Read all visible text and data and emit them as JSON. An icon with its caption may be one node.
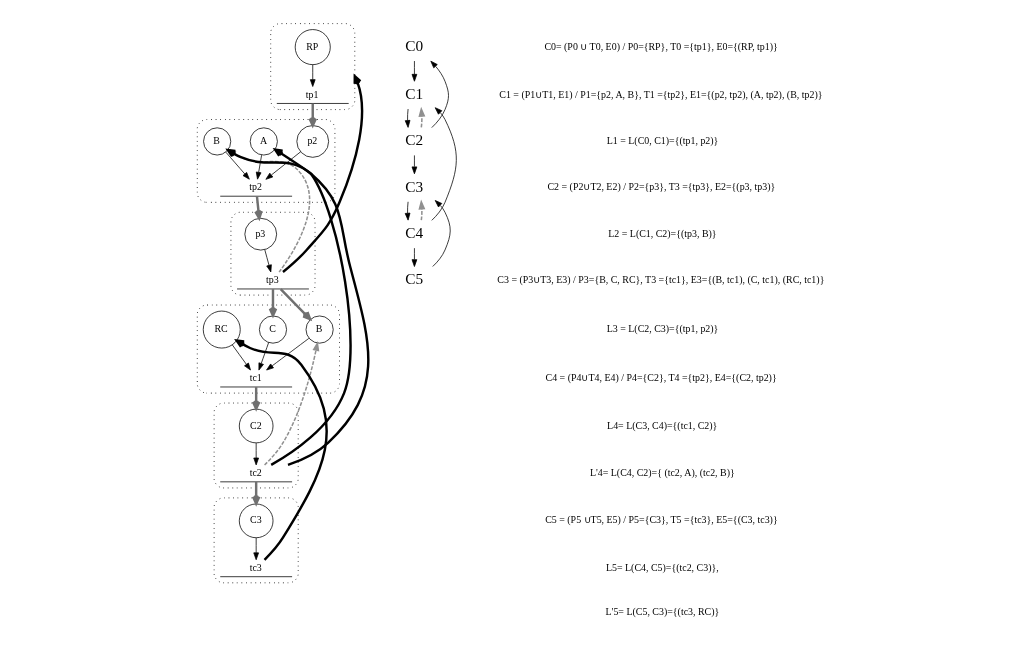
{
  "diagram": {
    "nodes": [
      {
        "text": [],
        "shape": "ellipse"
      },
      {
        "text": [
          "RP"
        ],
        "in": 0
      },
      {
        "text": [
          "tp1"
        ],
        "in": 0
      },
      {
        "text": [],
        "shape": "ellipse"
      },
      {
        "text": [
          "p2"
        ],
        "in": 3
      },
      {
        "text": [
          "A"
        ],
        "in": 3
      },
      {
        "text": [
          "B"
        ],
        "in": 3
      },
      {
        "text": [
          "tp2"
        ],
        "in": 3
      },
      {
        "text": [],
        "shape": "ellipse"
      },
      {
        "text": [
          "p3"
        ],
        "in": 8
      },
      {
        "text": [
          "tp3"
        ],
        "in": 8
      },
      {
        "text": [],
        "shape": "ellipse"
      },
      {
        "text": [
          "B"
        ],
        "in": 11
      },
      {
        "text": [
          "C"
        ],
        "in": 11
      },
      {
        "text": [
          "RC"
        ],
        "in": 11
      },
      {
        "text": [
          "tc1"
        ],
        "in": 11
      },
      {
        "text": [],
        "shape": "ellipse"
      },
      {
        "text": [
          "C2"
        ],
        "in": 16
      },
      {
        "text": [
          "tc2"
        ],
        "in": 16
      },
      {
        "text": [],
        "shape": "ellipse"
      },
      {
        "text": [
          "C3"
        ],
        "in": 19
      },
      {
        "text": [
          "tc3"
        ],
        "in": 19
      },
      {
        "text": [
          "C0"
        ]
      },
      {
        "text": [
          "C1"
        ]
      },
      {
        "text": [
          "C2"
        ]
      },
      {
        "text": [
          "C3"
        ]
      },
      {
        "text": [
          "C4"
        ]
      },
      {
        "text": [
          "C5"
        ]
      }
    ],
    "edges": [
      {
        "from": 1,
        "to": 2,
        "arrow": "to"
      },
      {
        "from": 4,
        "to": 7,
        "arrow": "to"
      },
      {
        "from": 5,
        "to": 7,
        "arrow": "to"
      },
      {
        "from": 6,
        "to": 7,
        "arrow": "to"
      },
      {
        "from": 9,
        "to": 10,
        "arrow": "to"
      },
      {
        "from": 12,
        "to": 15,
        "arrow": "to"
      },
      {
        "from": 13,
        "to": 15,
        "arrow": "to"
      },
      {
        "from": 14,
        "to": 15,
        "arrow": "to"
      },
      {
        "from": 17,
        "to": 18,
        "arrow": "to"
      },
      {
        "from": 20,
        "to": 21,
        "arrow": "to"
      },
      {
        "from": 2,
        "to": 4,
        "arrow": "to",
        "style": "thick",
        "color": "#707070"
      },
      {
        "from": 7,
        "to": 9,
        "arrow": "to",
        "style": "thick",
        "color": "#707070"
      },
      {
        "from": 10,
        "to": 12,
        "arrow": "to",
        "style": "thick",
        "color": "#707070"
      },
      {
        "from": 10,
        "to": 13,
        "arrow": "to",
        "style": "thick",
        "color": "#707070"
      },
      {
        "from": 15,
        "to": 17,
        "arrow": "to",
        "style": "thick",
        "color": "#707070"
      },
      {
        "from": 18,
        "to": 20,
        "arrow": "to",
        "style": "thick",
        "color": "#707070"
      },
      {
        "from": 10,
        "to": 0,
        "arrow": "to",
        "style": "thick"
      },
      {
        "from": 18,
        "to": 5,
        "arrow": "to",
        "style": "thick"
      },
      {
        "from": 18,
        "to": 6,
        "arrow": "to",
        "style": "thick"
      },
      {
        "from": 21,
        "to": 14,
        "arrow": "to",
        "style": "thick"
      },
      {
        "from": 10,
        "to": 6,
        "arrow": "to",
        "style": "dashed",
        "color": "#909090"
      },
      {
        "from": 18,
        "to": 12,
        "arrow": "to",
        "style": "dashed",
        "color": "#909090"
      },
      {
        "from": 22,
        "to": 23,
        "arrow": "to"
      },
      {
        "from": 23,
        "to": 24,
        "arrow": "to"
      },
      {
        "from": 24,
        "to": 25,
        "arrow": "to"
      },
      {
        "from": 25,
        "to": 26,
        "arrow": "to"
      },
      {
        "from": 26,
        "to": 27,
        "arrow": "to"
      },
      {
        "from": 24,
        "to": 22,
        "arrow": "to"
      },
      {
        "from": 26,
        "to": 23,
        "arrow": "to"
      },
      {
        "from": 27,
        "to": 25,
        "arrow": "to"
      },
      {
        "from": 24,
        "to": 23,
        "arrow": "to",
        "style": "dashed",
        "color": "#909090"
      },
      {
        "from": 26,
        "to": 25,
        "arrow": "to",
        "style": "dashed",
        "color": "#909090"
      }
    ],
    "labels": [
      "C0= (P0 ∪ T0, E0) / P0={RP}, T0 ={tp1}, E0={(RP, tp1)}",
      "C1 = (P1∪T1, E1) / P1={p2, A, B}, T1 ={tp2}, E1={(p2, tp2), (A, tp2), (B, tp2)}",
      "L1 = L(C0, C1)={(tp1, p2)}",
      "C2 = (P2∪T2, E2) / P2={p3}, T3 ={tp3}, E2={(p3, tp3)}",
      "L2 = L(C1, C2)={(tp3, B)}",
      "C3 = (P3∪T3, E3) / P3={B, C, RC}, T3 ={tc1}, E3={(B, tc1), (C, tc1), (RC, tc1)}",
      "L3 = L(C2, C3)={(tp1, p2)}",
      "C4 = (P4∪T4, E4) / P4={C2}, T4 ={tp2}, E4={(C2, tp2)}",
      "L4= L(C3, C4)={(tc1, C2)}",
      "L'4= L(C4, C2)={ (tc2, A), (tc2, B)}",
      "C5 = (P5 ∪T5, E5) / P5={C3}, T5 ={tc3}, E5={(C3, tc3)}",
      "L5= L(C4, C5)={(tc2, C3)},",
      "L'5= L(C5, C3)={(tc3, RC)}"
    ]
  }
}
